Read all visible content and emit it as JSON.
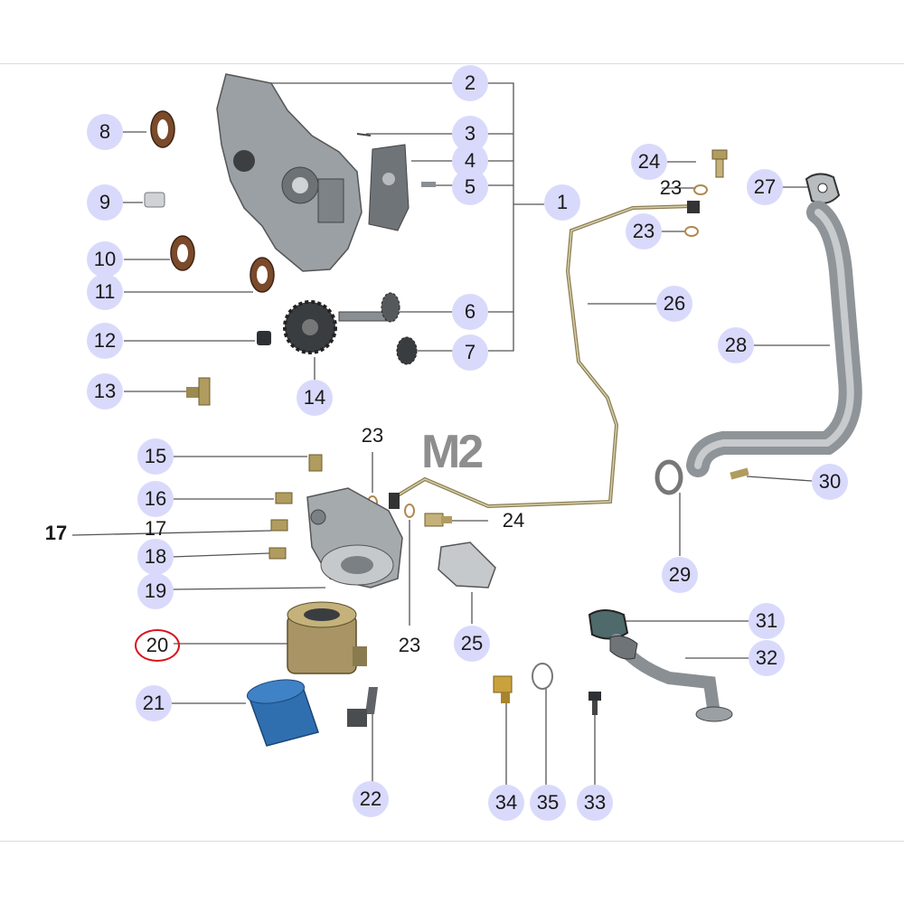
{
  "watermark": "M2",
  "callouts": [
    {
      "id": "1",
      "text": "1"
    },
    {
      "id": "2",
      "text": "2"
    },
    {
      "id": "3",
      "text": "3"
    },
    {
      "id": "4",
      "text": "4"
    },
    {
      "id": "5",
      "text": "5"
    },
    {
      "id": "6",
      "text": "6"
    },
    {
      "id": "7",
      "text": "7"
    },
    {
      "id": "8",
      "text": "8"
    },
    {
      "id": "9",
      "text": "9"
    },
    {
      "id": "10",
      "text": "10"
    },
    {
      "id": "11",
      "text": "11"
    },
    {
      "id": "12",
      "text": "12"
    },
    {
      "id": "13",
      "text": "13"
    },
    {
      "id": "14",
      "text": "14"
    },
    {
      "id": "15",
      "text": "15"
    },
    {
      "id": "16",
      "text": "16"
    },
    {
      "id": "17a",
      "text": "17"
    },
    {
      "id": "17b",
      "text": "17"
    },
    {
      "id": "18",
      "text": "18"
    },
    {
      "id": "19",
      "text": "19"
    },
    {
      "id": "20",
      "text": "20"
    },
    {
      "id": "21",
      "text": "21"
    },
    {
      "id": "22",
      "text": "22"
    },
    {
      "id": "23a",
      "text": "23"
    },
    {
      "id": "23b",
      "text": "23"
    },
    {
      "id": "23c",
      "text": "23"
    },
    {
      "id": "23d",
      "text": "23"
    },
    {
      "id": "24a",
      "text": "24"
    },
    {
      "id": "24b",
      "text": "24"
    },
    {
      "id": "25",
      "text": "25"
    },
    {
      "id": "26",
      "text": "26"
    },
    {
      "id": "27",
      "text": "27"
    },
    {
      "id": "28",
      "text": "28"
    },
    {
      "id": "29",
      "text": "29"
    },
    {
      "id": "30",
      "text": "30"
    },
    {
      "id": "31",
      "text": "31"
    },
    {
      "id": "32",
      "text": "32"
    },
    {
      "id": "33",
      "text": "33"
    },
    {
      "id": "34",
      "text": "34"
    },
    {
      "id": "35",
      "text": "35"
    }
  ],
  "colors": {
    "callout_bg": "#d9dafb",
    "highlight_ring": "#d8141a",
    "leader_line": "#555555",
    "filter_blue": "#2f6fb0",
    "seal_brown": "#7a4a2a",
    "metal_grey": "#9aa0a4"
  }
}
